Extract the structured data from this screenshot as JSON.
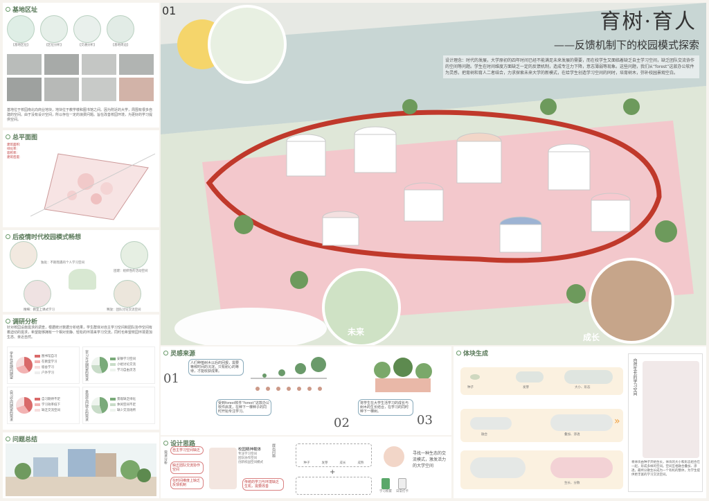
{
  "page_number": "01",
  "title": "育树·育人",
  "subtitle": "——反馈机制下的校园模式探索",
  "intro": "设计理念：时代的发展，大学原初的四年时间已经不能满足未来发展的需要，而在校学生又面临着缺乏自主学习空间，缺乏团队交流协作的空间等问题。学生在时间维度方面缺乏一定的反馈机制，造成专注力下降，意志薄弱等现象。这些问题，我们从“forest”这款办公软件为灵感，把育树和育人二者结合，力求探索未来大学的新模式，在给学生创造学习空间的同时，培育树木，弥补校园景观空白。",
  "sections": {
    "site": "基地区址",
    "plan": "总平面图",
    "mode": "后疫情时代校园模式畅想",
    "survey": "调研分析",
    "problem": "问题总结",
    "inspire": "灵感来源",
    "design": "设计思路",
    "form": "体块生成"
  },
  "site_captions": [
    "【基地区位】",
    "【区位分析】",
    "【交通分析】",
    "【基地周边】"
  ],
  "site_text": "基地位于校园南北向商业地块，地块位于教学楼和图书馆之间。因为附近的大学，周围有很多自建的空间。由于没有设计空间，所以存在一定的浪费问题。旨在改善校园环境，为更好的学习提供空间。",
  "plan_legend": [
    "建筑面积:",
    "绿化率:",
    "容积率:",
    "建筑密度:"
  ],
  "mode_labels": [
    "独处：不期而遇的个人学习空间",
    "团建：组织性的活动空间",
    "精细：教室上课式学习",
    "释放：团队讨论交流空间"
  ],
  "survey_text": "针对校园设施需求的调查，根据统计数据分析结果，学生群体对自主学习空间和团队协作空间有着迫切的需求，希望能够拥有一个相对安静、轻松的环境来学习交流，同时也希望校园环境更加生态、亲近自然。",
  "survey_groups": [
    {
      "title": "学生在校期间期望",
      "legend": [
        "图书馆自习",
        "在教室学习",
        "宿舍学习",
        "户外学习"
      ]
    },
    {
      "title": "学习方式期望的需求",
      "legend": [
        "安静学习空间",
        "小组讨论交流",
        "学习自由灵活"
      ]
    },
    {
      "title": "自习空间期望的需求",
      "legend": [
        "自习期待不足",
        "学习效率低下",
        "缺乏交流空间"
      ]
    },
    {
      "title": "景观空间缺乏的需求",
      "legend": [
        "景观缺乏绿化",
        "休闲空间不足",
        "缺少交流场所"
      ]
    }
  ],
  "scene_labels": [
    "未来",
    "成长"
  ],
  "inspire": {
    "n1": "01",
    "n2": "02",
    "n3": "03",
    "t1": "人们种植树木以后的回报，需要等候时间的沉淀。只有耐心的等待，才能收获成果。",
    "t2": "受到forest软件“forest”这款办公软件启发，在种下一棵种子的同时开始专注学习。",
    "t3": "将学生在大学生活学习的成长与树木的生长结合，在学习的同时种下一棵树。"
  },
  "design_flow": {
    "problems": [
      "自主学习空间缺乏",
      "缺乏团队交流协作空间",
      "在时间维度上缺乏反馈机制"
    ],
    "left_labels": [
      "需求分析",
      "提出问题",
      "建立模式"
    ],
    "middle": [
      "校园精神载体",
      "专注学习空间",
      "团队协作空间",
      "创新校园空间模式"
    ],
    "nodes": [
      "种子",
      "发芽",
      "成长",
      "成熟"
    ],
    "result": [
      "寻找一种生态的交流模式，激发活力的大学空间"
    ],
    "bottom": "传统的学习与环境缺乏生机，需要改善",
    "apps": [
      "学习积累",
      "日常打卡"
    ]
  },
  "form_labels": [
    "种子",
    "发芽",
    "大小、形态",
    "融合",
    "叠加、渗透",
    "生长、分散"
  ],
  "form_side_title": "自然生长的学习空间",
  "form_side_text": "将体块由种子开始生长，体块的大小和形态组合在一起，形成多样的空间。空间互相融合叠加、渗透，最终分散生长成为一个有机的整体，为学生提供更丰富的学习交流空间。",
  "colors": {
    "accent": "#c0392b",
    "green": "#6a9a6a",
    "pink": "#e8a3a8"
  }
}
